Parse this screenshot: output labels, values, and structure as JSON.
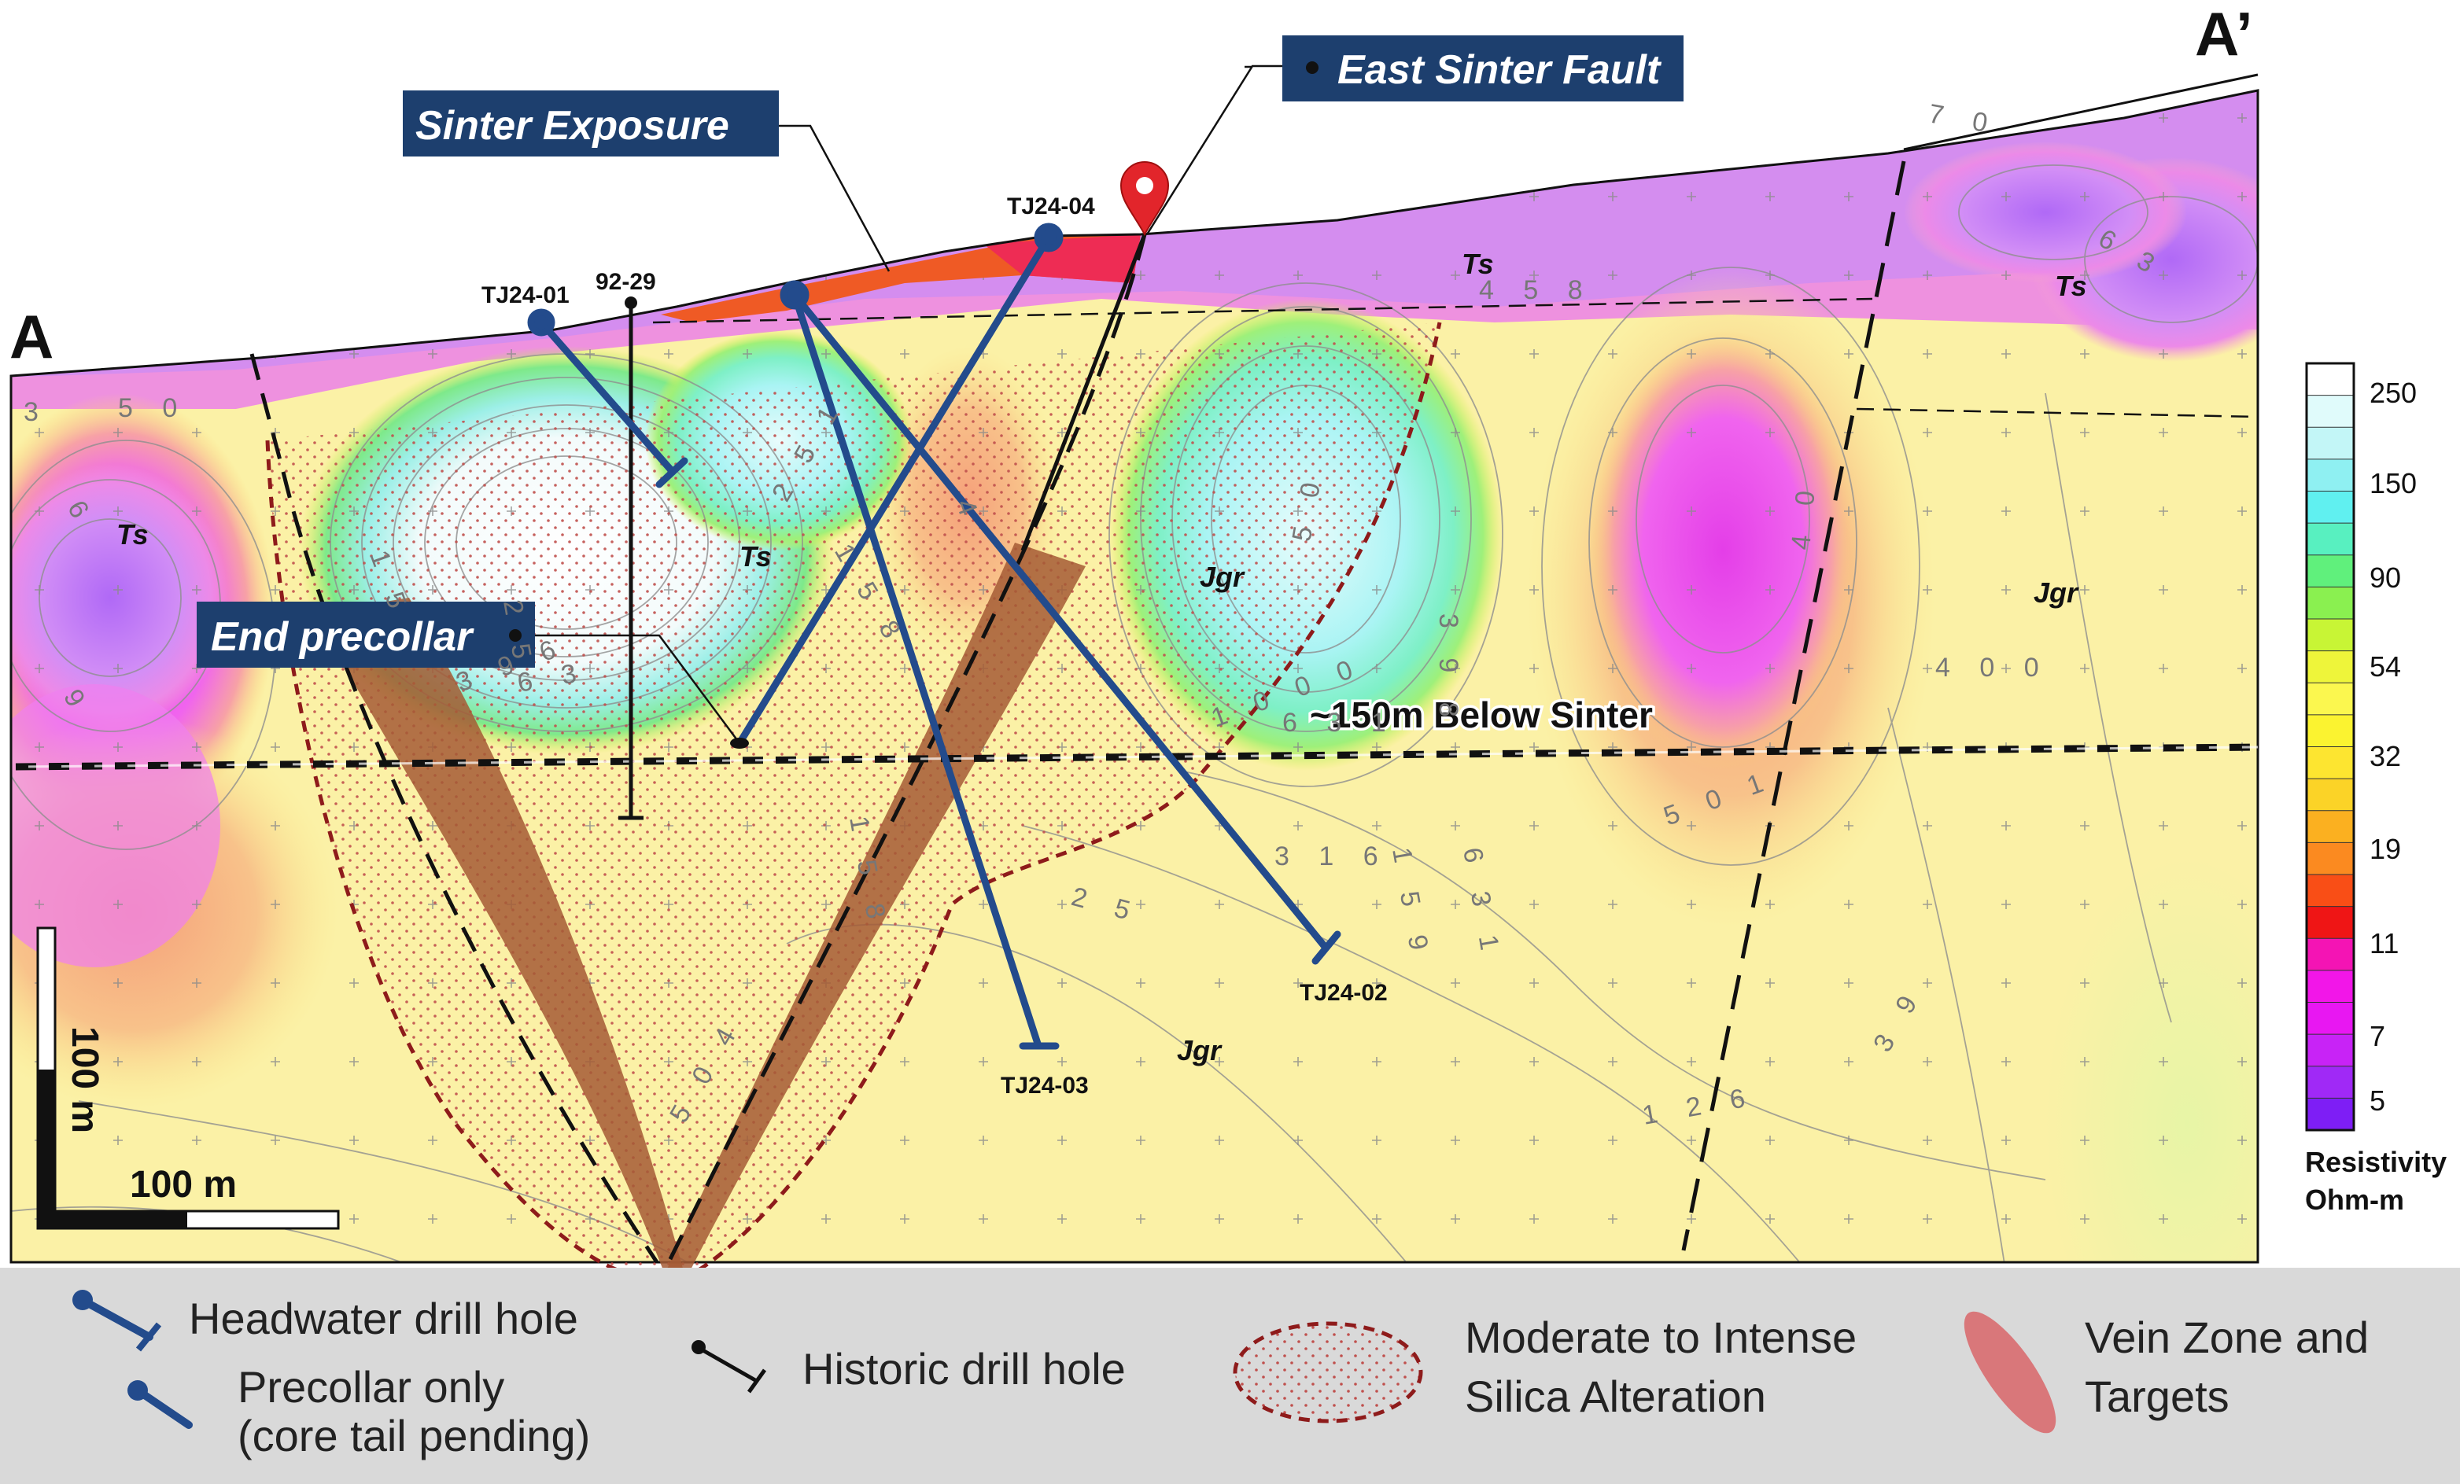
{
  "section": {
    "start_label": "A",
    "end_label": "A’"
  },
  "callouts": {
    "sinter_exposure": "Sinter Exposure",
    "east_sinter_fault": "East Sinter Fault",
    "end_precollar": "End precollar"
  },
  "depth_line_label": "~150m Below Sinter",
  "drill_holes": {
    "tj24_01": "TJ24-01",
    "h92_29": "92-29",
    "tj24_04": "TJ24-04",
    "tj24_02": "TJ24-02",
    "tj24_03": "TJ24-03"
  },
  "units": {
    "ts": "Ts",
    "jgr": "Jgr"
  },
  "contour_labels": [
    "3",
    "5 0",
    "6",
    "9",
    "1 5",
    "2 5",
    "3 9 6",
    "6 3",
    "1 5 8",
    "2 5 1",
    "1 5 8",
    "5 0",
    "4",
    "6 3 1",
    "3 1 6",
    "2 5",
    "1 5 9",
    "6 3 1",
    "5 0 1",
    "3 9 8",
    "3 9",
    "5 0 4",
    "1 2 6",
    "4 0",
    "6 3",
    "7 0",
    "4 5 8",
    "1 0 0 0",
    "4 0 0"
  ],
  "scale_bar": {
    "vertical": "100 m",
    "horizontal": "100 m"
  },
  "resistivity_scale": {
    "title_line1": "Resistivity",
    "title_line2": "Ohm-m",
    "ticks": [
      "250",
      "150",
      "90",
      "54",
      "32",
      "19",
      "11",
      "7",
      "5"
    ],
    "colors": [
      "#ffffff",
      "#e0fbfb",
      "#c3f6f7",
      "#8ff0f2",
      "#60f0f0",
      "#58f0c0",
      "#60f07c",
      "#8af050",
      "#c8f535",
      "#eef53a",
      "#fbf74f",
      "#fbf330",
      "#fde530",
      "#fbd327",
      "#fbb020",
      "#fb8a20",
      "#f94e16",
      "#ef1515",
      "#f414b4",
      "#f216e8",
      "#e817f2",
      "#c823f6",
      "#a029f6",
      "#7e1ef5"
    ]
  },
  "legend": {
    "headwater": "Headwater drill hole",
    "precollar_line1": "Precollar only",
    "precollar_line2": "(core tail pending)",
    "historic": "Historic drill hole",
    "silica_line1": "Moderate to Intense",
    "silica_line2": "Silica Alteration",
    "vein_line1": "Vein Zone and",
    "vein_line2": "Targets"
  },
  "colors": {
    "drill_blue": "#234b8c",
    "callout_bg": "#1d3f6e",
    "alteration_red": "#8e1b1b",
    "vein_brown": "#a45a35",
    "legend_band": "#d9d9d9",
    "pin_red": "#e2252b"
  }
}
